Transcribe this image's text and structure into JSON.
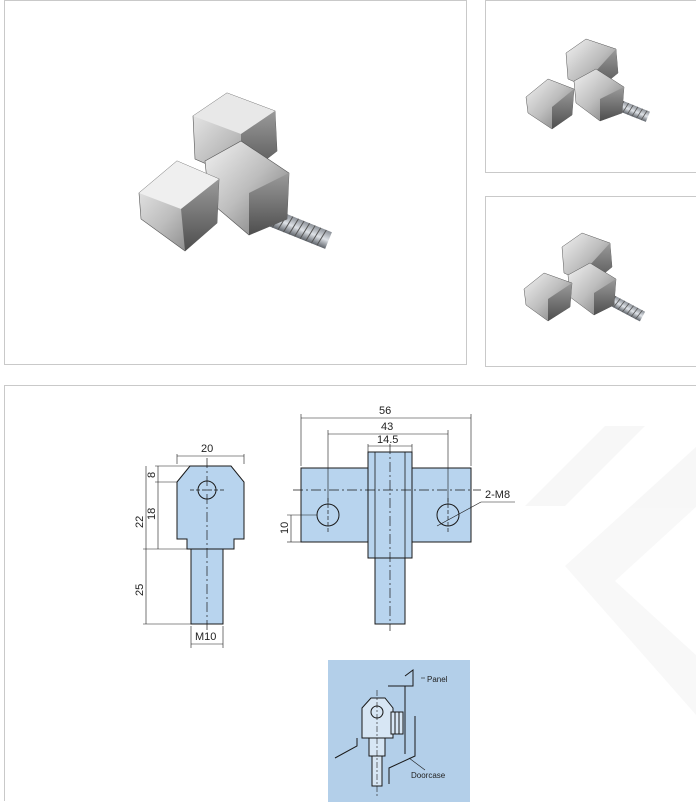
{
  "drawing": {
    "side_view": {
      "width_label": "20",
      "dim_top": "8",
      "dim_mid": "18",
      "dim_total": "22",
      "dim_shaft": "25",
      "thread_label": "M10"
    },
    "front_view": {
      "overall_width": "56",
      "hole_spacing": "43",
      "center_width": "14.5",
      "hole_label": "2-M8",
      "hole_offset": "10"
    },
    "install": {
      "panel_label": "Panel",
      "doorcase_label": "Doorcase"
    }
  },
  "colors": {
    "part_fill": "#b8d4ee",
    "install_bg": "#b3cfe9",
    "line": "#1a1a1a"
  }
}
